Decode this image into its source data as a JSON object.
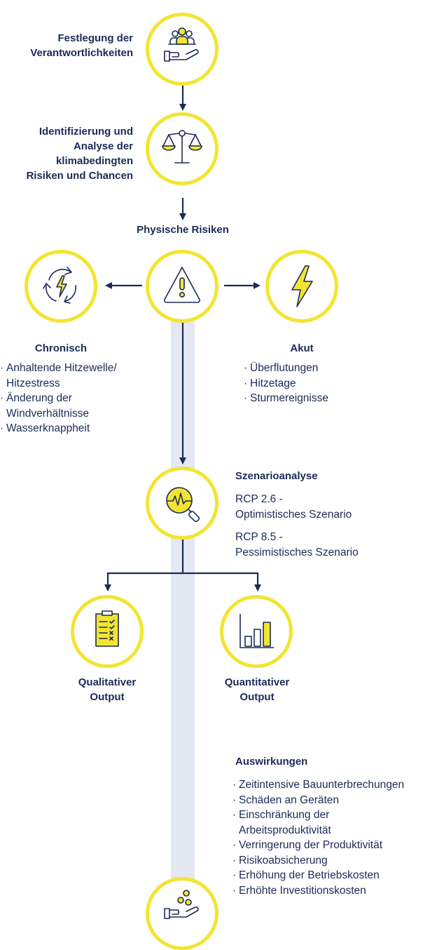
{
  "steps": {
    "responsibilities": {
      "label_lines": [
        "Festlegung der",
        "Verantwortlichkeiten"
      ],
      "icon": "team-hand-icon"
    },
    "analysis": {
      "label_lines": [
        "Identifizierung und",
        "Analyse der",
        "klimabedingten",
        "Risiken und Chancen"
      ],
      "icon": "scales-icon"
    },
    "physical_risks": {
      "label": "Physische Risiken",
      "icon": "warning-triangle-icon"
    },
    "chronic": {
      "title": "Chronisch",
      "icon": "recycle-lightning-icon",
      "items": [
        "Anhaltende Hitzewelle/",
        "Hitzestress",
        "Änderung der",
        "Windverhältnisse",
        "Wasserknappheit"
      ]
    },
    "acute": {
      "title": "Akut",
      "icon": "lightning-icon",
      "items": [
        "Überflutungen",
        "Hitzetage",
        "Sturmereignisse"
      ]
    },
    "scenario": {
      "title": "Szenarioanalyse",
      "icon": "magnifier-pulse-icon",
      "rcp26_lines": [
        "RCP 2.6 -",
        "Optimistisches Szenario"
      ],
      "rcp85_lines": [
        "RCP 8.5 -",
        "Pessimistisches Szenario"
      ]
    },
    "qualitative": {
      "label_lines": [
        "Qualitativer",
        "Output"
      ],
      "icon": "clipboard-checklist-icon"
    },
    "quantitative": {
      "label_lines": [
        "Quantitativer",
        "Output"
      ],
      "icon": "bar-chart-icon"
    },
    "impacts": {
      "title": "Auswirkungen",
      "icon": "coins-hand-icon",
      "items": [
        "Zeitintensive Bauunterbrechungen",
        "Schäden an Geräten",
        "Einschränkung der",
        "Arbeitsproduktivität",
        "Verringerung der Produktivität",
        "Risikoabsicherung",
        "Erhöhung der Betriebskosten",
        "Erhöhte Investitionskosten"
      ]
    }
  },
  "colors": {
    "accent": "#f2e531",
    "navy": "#1c2b57",
    "band": "#e4e8f2"
  }
}
